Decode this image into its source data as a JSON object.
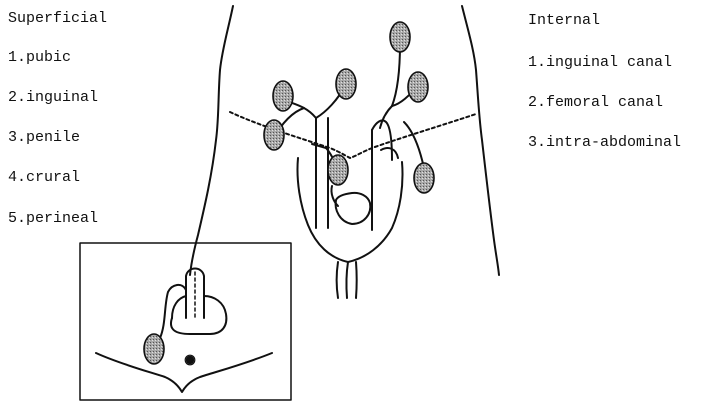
{
  "superficial": {
    "heading": "Superficial",
    "items": [
      "1.pubic",
      "2.inguinal",
      "3.penile",
      "4.crural",
      "5.perineal"
    ]
  },
  "internal": {
    "heading": "Internal",
    "items": [
      "1.inguinal canal",
      "2.femoral canal",
      "3.intra-abdominal"
    ]
  },
  "colors": {
    "line": "#111111",
    "oval_fill": "#9a9a9a"
  }
}
